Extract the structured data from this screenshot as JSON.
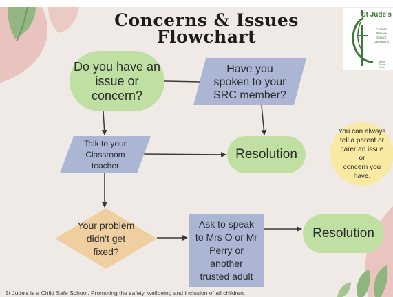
{
  "title": {
    "line1": "Concerns & Issues",
    "line2": "Flowchart"
  },
  "logo": {
    "name": "St Jude's",
    "sub": [
      "Catholic",
      "Primary",
      "School",
      "Langwarrin"
    ],
    "motto": [
      "Mercy",
      "Peace",
      "Love"
    ]
  },
  "nodes": {
    "question": [
      "Do you have an",
      "issue or",
      "concern?"
    ],
    "src": [
      "Have you",
      "spoken to your",
      "SRC member?"
    ],
    "teacher": [
      "Talk to your",
      "Classroom",
      "teacher"
    ],
    "resolution_1": "Resolution",
    "not_fixed": [
      "Your problem",
      "didn't get",
      "fixed?"
    ],
    "ask": [
      "Ask to speak",
      "to Mrs O or Mr",
      "Perry or",
      "another",
      "trusted adult"
    ],
    "resolution_2": "Resolution",
    "note": [
      "You can always",
      "tell a parent or",
      "carer an issue or",
      "concern you",
      "have."
    ]
  },
  "footer": "St Jude's is a Child Safe School. Promoting the safety, wellbeing and inclusion of all children.",
  "colors": {
    "background": "#efeae6",
    "oval_green": "#bfdfa3",
    "parallelogram_blue": "#aab6d4",
    "diamond_orange": "#efcfa0",
    "note_yellow": "#f9eaa3",
    "logo_green": "#3d7a3a",
    "deco_pink": "#e9bcb7",
    "deco_green": "#8fb57e"
  }
}
